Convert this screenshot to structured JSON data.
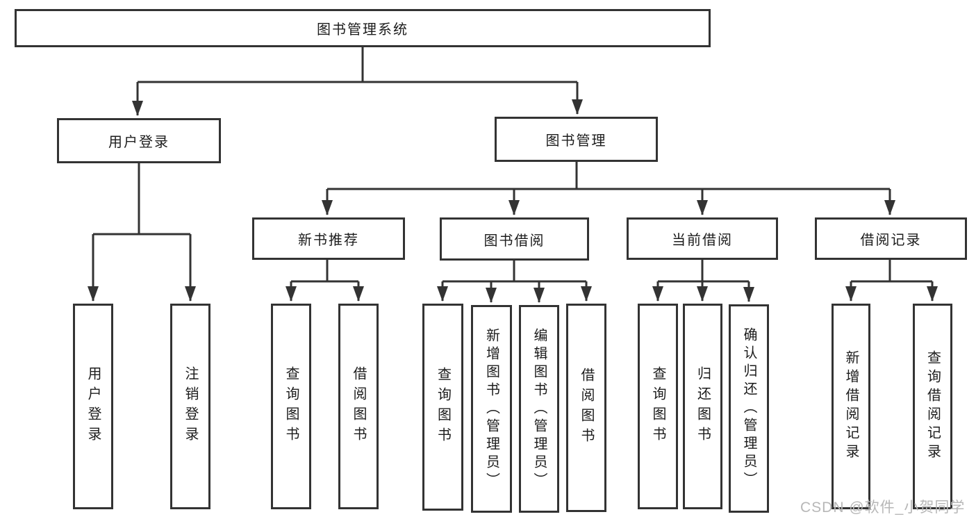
{
  "colors": {
    "line": "#333333",
    "box_border": "#333333",
    "text": "#1c1c1c",
    "watermark": "#b7b7b7",
    "background": "#ffffff"
  },
  "watermark": "CSDN @软件_小贺同学",
  "tree": {
    "label": "图书管理系统",
    "children": [
      {
        "label": "用户登录",
        "children": [
          {
            "label": "用户登录"
          },
          {
            "label": "注销登录"
          }
        ]
      },
      {
        "label": "图书管理",
        "children": [
          {
            "label": "新书推荐",
            "children": [
              {
                "label": "查询图书"
              },
              {
                "label": "借阅图书"
              }
            ]
          },
          {
            "label": "图书借阅",
            "children": [
              {
                "label": "查询图书"
              },
              {
                "label": "新增图书（管理员）"
              },
              {
                "label": "编辑图书（管理员）"
              },
              {
                "label": "借阅图书"
              }
            ]
          },
          {
            "label": "当前借阅",
            "children": [
              {
                "label": "查询图书"
              },
              {
                "label": "归还图书"
              },
              {
                "label": "确认归还（管理员）"
              }
            ]
          },
          {
            "label": "借阅记录",
            "children": [
              {
                "label": "新增借阅记录"
              },
              {
                "label": "查询借阅记录"
              }
            ]
          }
        ]
      }
    ]
  }
}
